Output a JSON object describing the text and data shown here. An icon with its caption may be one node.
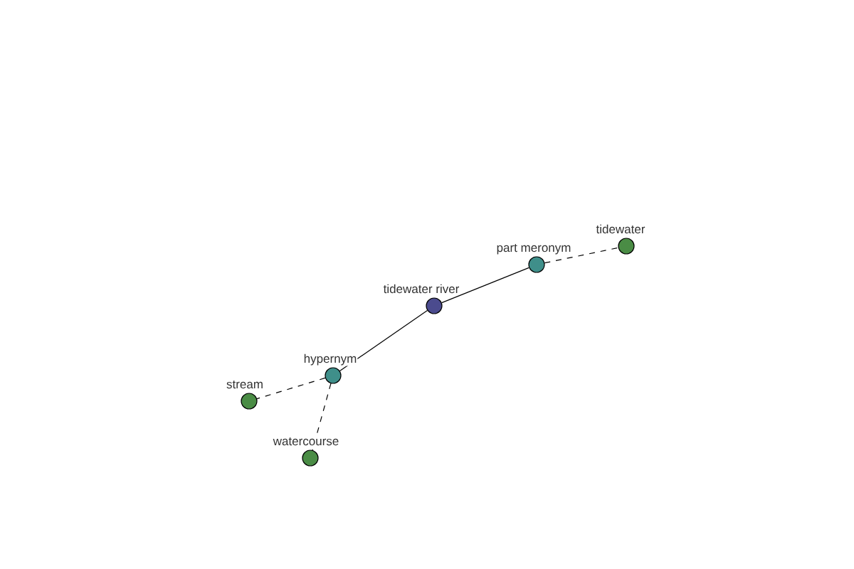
{
  "diagram": {
    "nodes": [
      {
        "text": [
          "tidewater river"
        ]
      },
      {
        "text": [
          "part meronym"
        ]
      },
      {
        "text": [
          "tidewater"
        ]
      },
      {
        "text": [
          "hypernym"
        ]
      },
      {
        "text": [
          "stream"
        ]
      },
      {
        "text": [
          "watercourse"
        ]
      }
    ],
    "edges": [
      {
        "from": 0,
        "to": 1,
        "arrow": "none"
      },
      {
        "from": 1,
        "to": 2,
        "arrow": "none",
        "style": "dashed"
      },
      {
        "from": 0,
        "to": 3,
        "arrow": "none"
      },
      {
        "from": 3,
        "to": 4,
        "arrow": "none",
        "style": "dashed"
      },
      {
        "from": 3,
        "to": 5,
        "arrow": "none",
        "style": "dashed"
      }
    ]
  }
}
